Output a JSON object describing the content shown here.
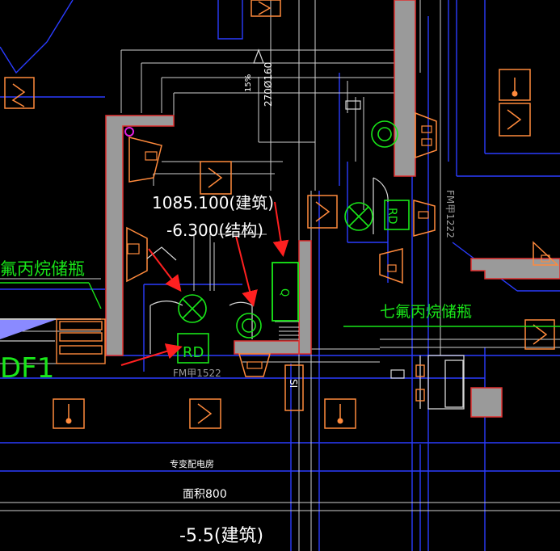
{
  "colors": {
    "background": "#000000",
    "wall_fill": "#9a9a9a",
    "wall_outline": "#e03030",
    "symbol_orange": "#ff8a3c",
    "symbol_green": "#19e619",
    "line_blue": "#2a3cff",
    "line_white": "#d8d8d8",
    "arrow_red": "#ff2020",
    "accent_magenta": "#e020e0",
    "hatch_blue": "#8a8aff"
  },
  "labels": {
    "elev_building": "1085.100(建筑)",
    "elev_structure": "-6.300(结构)",
    "gas_left": "氟丙烷储瓶",
    "gas_right": "七氟丙烷储瓶",
    "df_tag": "DF1",
    "rd_left": "RD",
    "rd_right": "RD",
    "q_tag": "Q",
    "si_tag": "SI",
    "fm_left": "FM甲1522",
    "fm_right": "FM甲1222",
    "pipe_label": "270Ø160",
    "pipe_note": "15%",
    "room_name": "专变配电房",
    "room_area": "面积800",
    "floor_elev": "-5.5(建筑)"
  }
}
